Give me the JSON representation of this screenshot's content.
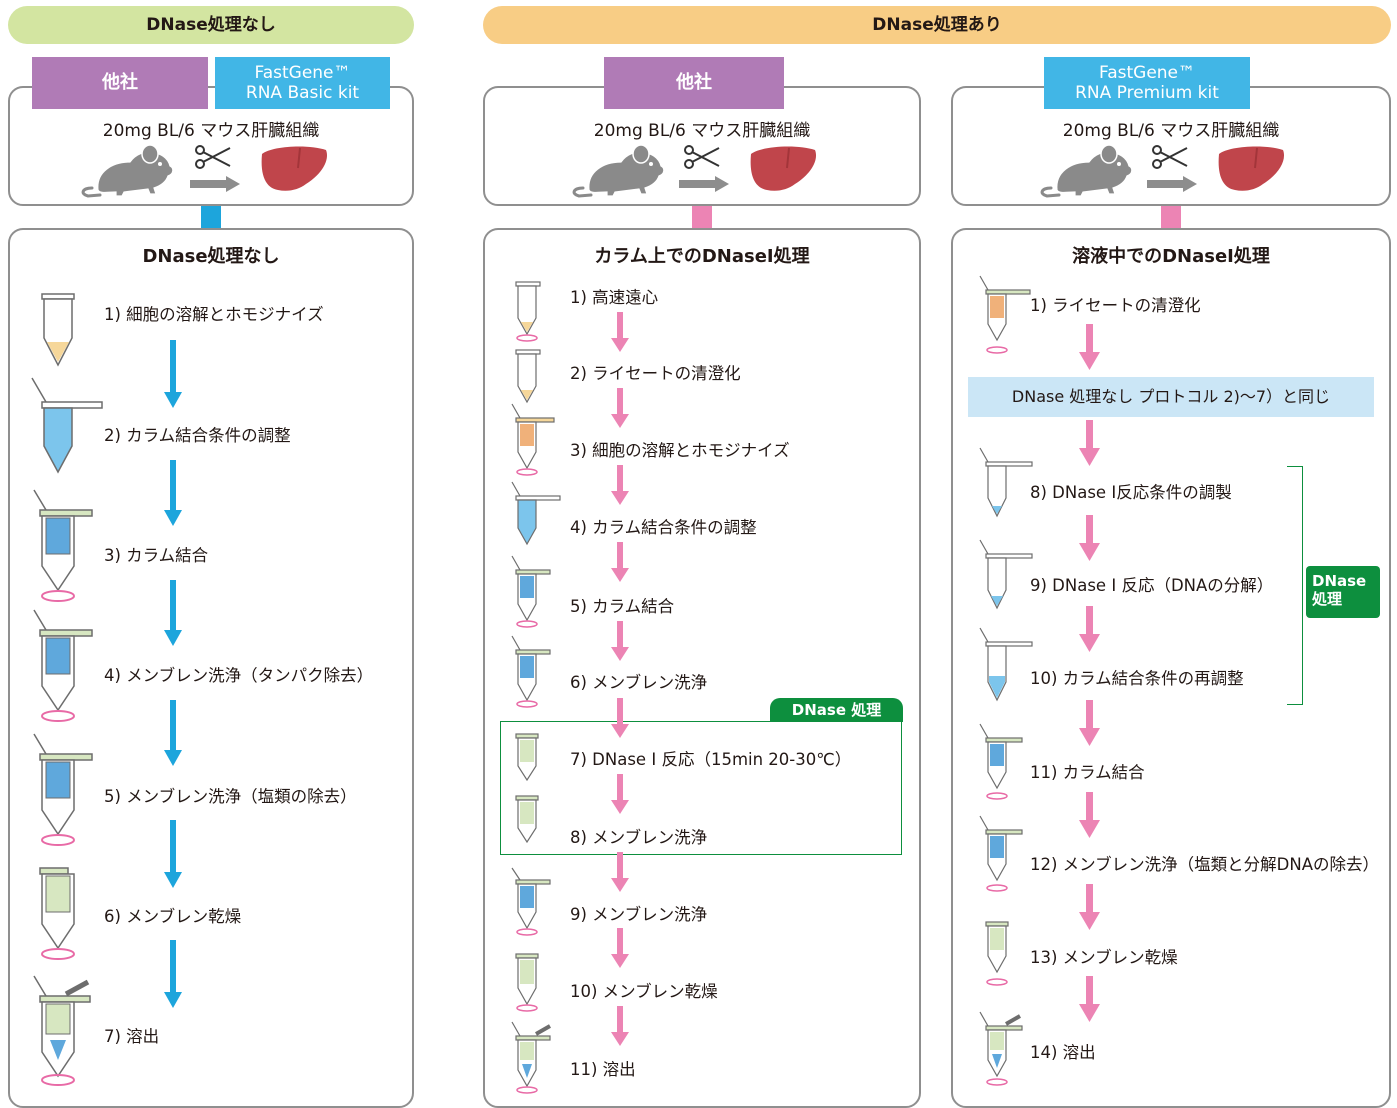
{
  "colors": {
    "green_header": "#d3e5a1",
    "orange_header": "#f8cd85",
    "purple_tag": "#b07bb6",
    "blue_tag": "#41b6e6",
    "blue_arrow": "#1da5dc",
    "pink_arrow": "#ec84b4",
    "dnase_green": "#0d8f3e",
    "note_bg": "#cbe6f6"
  },
  "headers": {
    "no_dnase": "DNase処理なし",
    "with_dnase": "DNase処理あり"
  },
  "columns": [
    {
      "tags": [
        "他社",
        "FastGene™\nRNA Basic kit"
      ],
      "sample": "20mg BL/6 マウス肝臓組織",
      "title": "DNase処理なし",
      "steps": [
        "1) 細胞の溶解とホモジナイズ",
        "2) カラム結合条件の調整",
        "3) カラム結合",
        "4) メンブレン洗浄（タンパク除去）",
        "5) メンブレン洗浄（塩類の除去）",
        "6) メンブレン乾燥",
        "7) 溶出"
      ]
    },
    {
      "tags": [
        "他社"
      ],
      "sample": "20mg BL/6 マウス肝臓組織",
      "title": "カラム上でのDNaseⅠ処理",
      "dnase_label": "DNase 処理",
      "steps": [
        "1) 高速遠心",
        "2) ライセートの清澄化",
        "3) 細胞の溶解とホモジナイズ",
        "4) カラム結合条件の調整",
        "5) カラム結合",
        "6) メンブレン洗浄",
        "7) DNase Ⅰ 反応（15min 20-30℃）",
        "8) メンブレン洗浄",
        "9) メンブレン洗浄",
        "10) メンブレン乾燥",
        "11) 溶出"
      ]
    },
    {
      "tags": [
        "FastGene™\nRNA Premium kit"
      ],
      "sample": "20mg BL/6 マウス肝臓組織",
      "title": "溶液中でのDNaseⅠ処理",
      "note": "DNase 処理なし プロトコル 2)～7）と同じ",
      "dnase_label": "DNase\n処理",
      "steps": [
        "1) ライセートの清澄化",
        "8) DNase Ⅰ反応条件の調製",
        "9) DNase Ⅰ 反応（DNAの分解）",
        "10) カラム結合条件の再調整",
        "11) カラム結合",
        "12) メンブレン洗浄（塩類と分解DNAの除去）",
        "13) メンブレン乾燥",
        "14) 溶出"
      ]
    }
  ]
}
